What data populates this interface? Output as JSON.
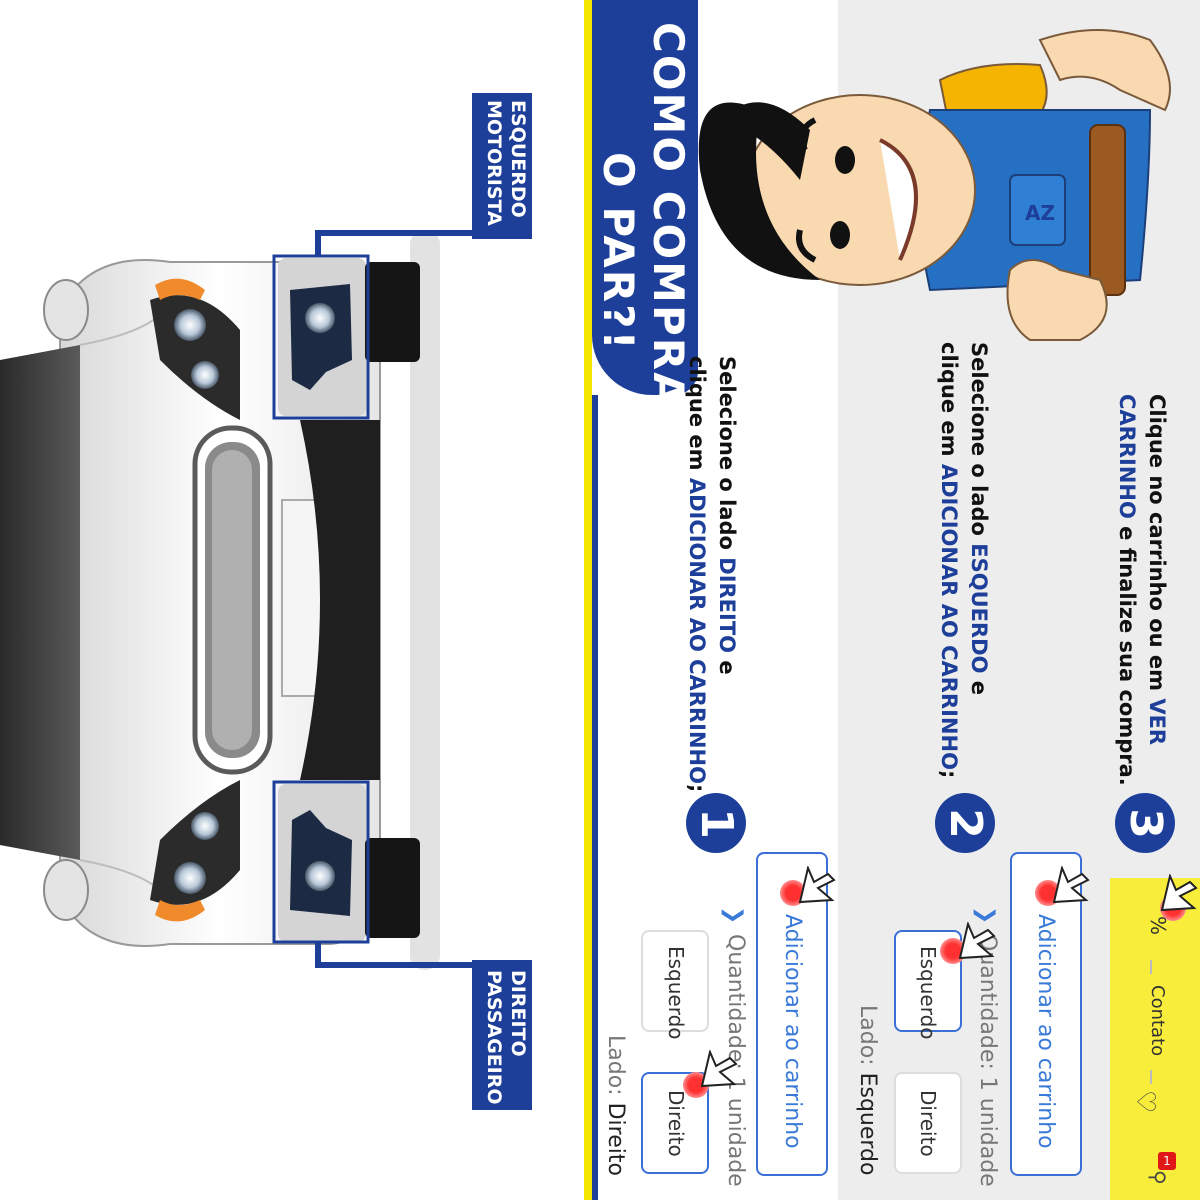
{
  "title": {
    "line1": "COMO COMPRAR",
    "line2": "O PAR?!"
  },
  "callouts": {
    "left_line1": "ESQUERDO",
    "left_line2": "MOTORISTA",
    "right_line1": "DIREITO",
    "right_line2": "PASSAGEIRO"
  },
  "steps": [
    {
      "number": "1",
      "line1_a": "Selecione o lado ",
      "line1_hl": "DIREITO",
      "line1_b": " e",
      "line2_a": "clique em ",
      "line2_hl": "ADICIONAR AO CARRINHO",
      "line2_b": ";"
    },
    {
      "number": "2",
      "line1_a": "Selecione o lado ",
      "line1_hl": "ESQUERDO",
      "line1_b": " e",
      "line2_a": "clique em ",
      "line2_hl": "ADICIONAR AO CARRINHO",
      "line2_b": ";"
    },
    {
      "number": "3",
      "line1_a": "Clique no carrinho ou em ",
      "line1_hl": "VER",
      "line1_b": "",
      "line2_a": "",
      "line2_hl": "CARRINHO",
      "line2_b": " e finalize sua compra."
    }
  ],
  "panels": [
    {
      "lado_label": "Lado: ",
      "lado_value": "Direito",
      "options": [
        "Direito",
        "Esquerdo"
      ],
      "selected": "Direito",
      "quantidade": "Quantidade: 1 unidade",
      "add_button": "Adicionar ao carrinho"
    },
    {
      "lado_label": "Lado: ",
      "lado_value": "Esquerdo",
      "options": [
        "Direito",
        "Esquerdo"
      ],
      "selected": "Esquerdo",
      "quantidade": "Quantidade: 1 unidade",
      "add_button": "Adicionar ao carrinho"
    }
  ],
  "bottom_bar": {
    "cart_count": "1",
    "contact_label": "Contato",
    "discount_icon": "%"
  },
  "colors": {
    "brand_blue": "#1d3f9a",
    "accent_yellow": "#f5e600",
    "button_blue": "#3a7ad8"
  }
}
